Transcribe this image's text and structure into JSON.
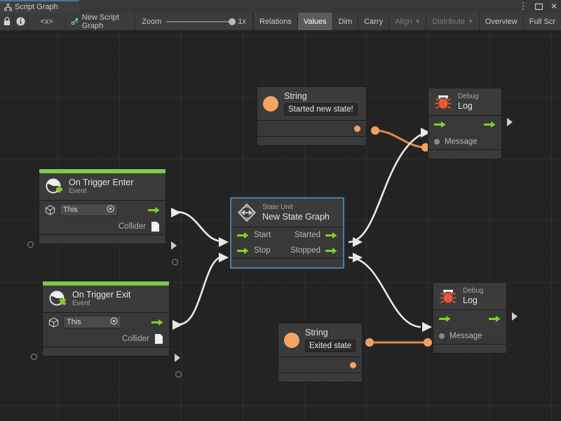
{
  "window": {
    "tab_title": "Script Graph",
    "tab_icon": "graph-icon",
    "controls": {
      "menu": "⋮",
      "maximize": "▭",
      "close": "✕"
    }
  },
  "toolbar": {
    "lock_icon": "lock-icon",
    "info_icon": "info-icon",
    "code_icon": "<x>",
    "graph_name": "New Script Graph",
    "zoom_label": "Zoom",
    "zoom_value": "1x",
    "right_items": [
      {
        "label": "Relations",
        "state": "normal",
        "caret": false
      },
      {
        "label": "Values",
        "state": "active",
        "caret": false
      },
      {
        "label": "Dim",
        "state": "normal",
        "caret": false
      },
      {
        "label": "Carry",
        "state": "normal",
        "caret": false
      },
      {
        "label": "Align",
        "state": "dimmed",
        "caret": true
      },
      {
        "label": "Distribute",
        "state": "dimmed",
        "caret": true
      },
      {
        "label": "Overview",
        "state": "normal",
        "caret": false
      },
      {
        "label": "Full Scr",
        "state": "normal",
        "caret": false
      }
    ]
  },
  "graph": {
    "nodes": {
      "string_top": {
        "title": "String",
        "value": "Started new state!",
        "icon": "string-orange-dot-icon"
      },
      "debug_top": {
        "subtitle": "Debug",
        "title": "Log",
        "icon": "bug-icon",
        "message_label": "Message"
      },
      "trigger_enter": {
        "title": "On Trigger Enter",
        "subtitle": "Event",
        "icon": "event-add-icon",
        "target_value": "This",
        "target_icon": "gameobject-cube-icon",
        "collider_label": "Collider",
        "collider_icon": "collider-doc-icon"
      },
      "trigger_exit": {
        "title": "On Trigger Exit",
        "subtitle": "Event",
        "icon": "event-remove-icon",
        "target_value": "This",
        "target_icon": "gameobject-cube-icon",
        "collider_label": "Collider",
        "collider_icon": "collider-doc-icon"
      },
      "state_unit": {
        "subtitle": "State Unit",
        "title": "New  State  Graph",
        "icon": "state-unit-icon",
        "in_start": "Start",
        "in_stop": "Stop",
        "out_started": "Started",
        "out_stopped": "Stopped",
        "selected": true
      },
      "string_bottom": {
        "title": "String",
        "value": "Exited state",
        "icon": "string-orange-dot-icon"
      },
      "debug_bottom": {
        "subtitle": "Debug",
        "title": "Log",
        "icon": "bug-icon",
        "message_label": "Message"
      }
    }
  },
  "colors": {
    "accent_green": "#7ec850",
    "value_orange": "#f2a262",
    "selection_blue": "#4a7ea8",
    "canvas_bg": "#232323",
    "node_bg": "#3b3b3b",
    "toolbar_bg": "#3c3c3c"
  }
}
